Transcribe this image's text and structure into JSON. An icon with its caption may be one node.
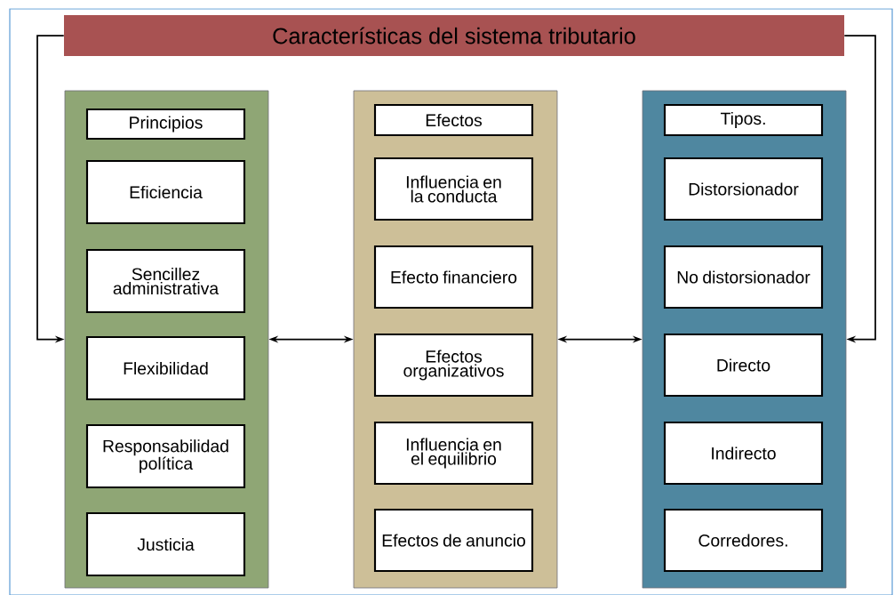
{
  "diagram": {
    "nodes": [
      {
        "text": [
          "Características del sistema tributario"
        ]
      },
      {
        "text": [],
        "shape": "box"
      },
      {
        "text": [
          "Principios"
        ],
        "in": 1
      },
      {
        "text": [
          "Eficiencia"
        ],
        "in": 1
      },
      {
        "text": [
          "Sencillez administrativa"
        ],
        "in": 1
      },
      {
        "text": [
          "Flexibilidad"
        ],
        "in": 1
      },
      {
        "text": [
          "Responsabilidad política"
        ],
        "in": 1
      },
      {
        "text": [
          "Justicia"
        ],
        "in": 1
      },
      {
        "text": [],
        "shape": "box"
      },
      {
        "text": [
          "Efectos"
        ],
        "in": 8
      },
      {
        "text": [
          "Influencia en la conducta"
        ],
        "in": 8
      },
      {
        "text": [
          "Efecto financiero"
        ],
        "in": 8
      },
      {
        "text": [
          "Efectos organizativos"
        ],
        "in": 8
      },
      {
        "text": [
          "Influencia en el equilibrio"
        ],
        "in": 8
      },
      {
        "text": [
          "Efectos de anuncio"
        ],
        "in": 8
      },
      {
        "text": [],
        "shape": "box"
      },
      {
        "text": [
          "Tipos."
        ],
        "in": 15
      },
      {
        "text": [
          "Distorsionador"
        ],
        "in": 15
      },
      {
        "text": [
          "No distorsionador"
        ],
        "in": 15
      },
      {
        "text": [
          "Directo"
        ],
        "in": 15
      },
      {
        "text": [
          "Indirecto"
        ],
        "in": 15
      },
      {
        "text": [
          "Corredores."
        ],
        "in": 15
      }
    ],
    "edges": [
      {
        "from": 0,
        "to": 1,
        "arrow": "to"
      },
      {
        "from": 0,
        "to": 15,
        "arrow": "to"
      },
      {
        "from": 1,
        "to": 8,
        "arrow": "both"
      },
      {
        "from": 8,
        "to": 15,
        "arrow": "both"
      }
    ]
  }
}
